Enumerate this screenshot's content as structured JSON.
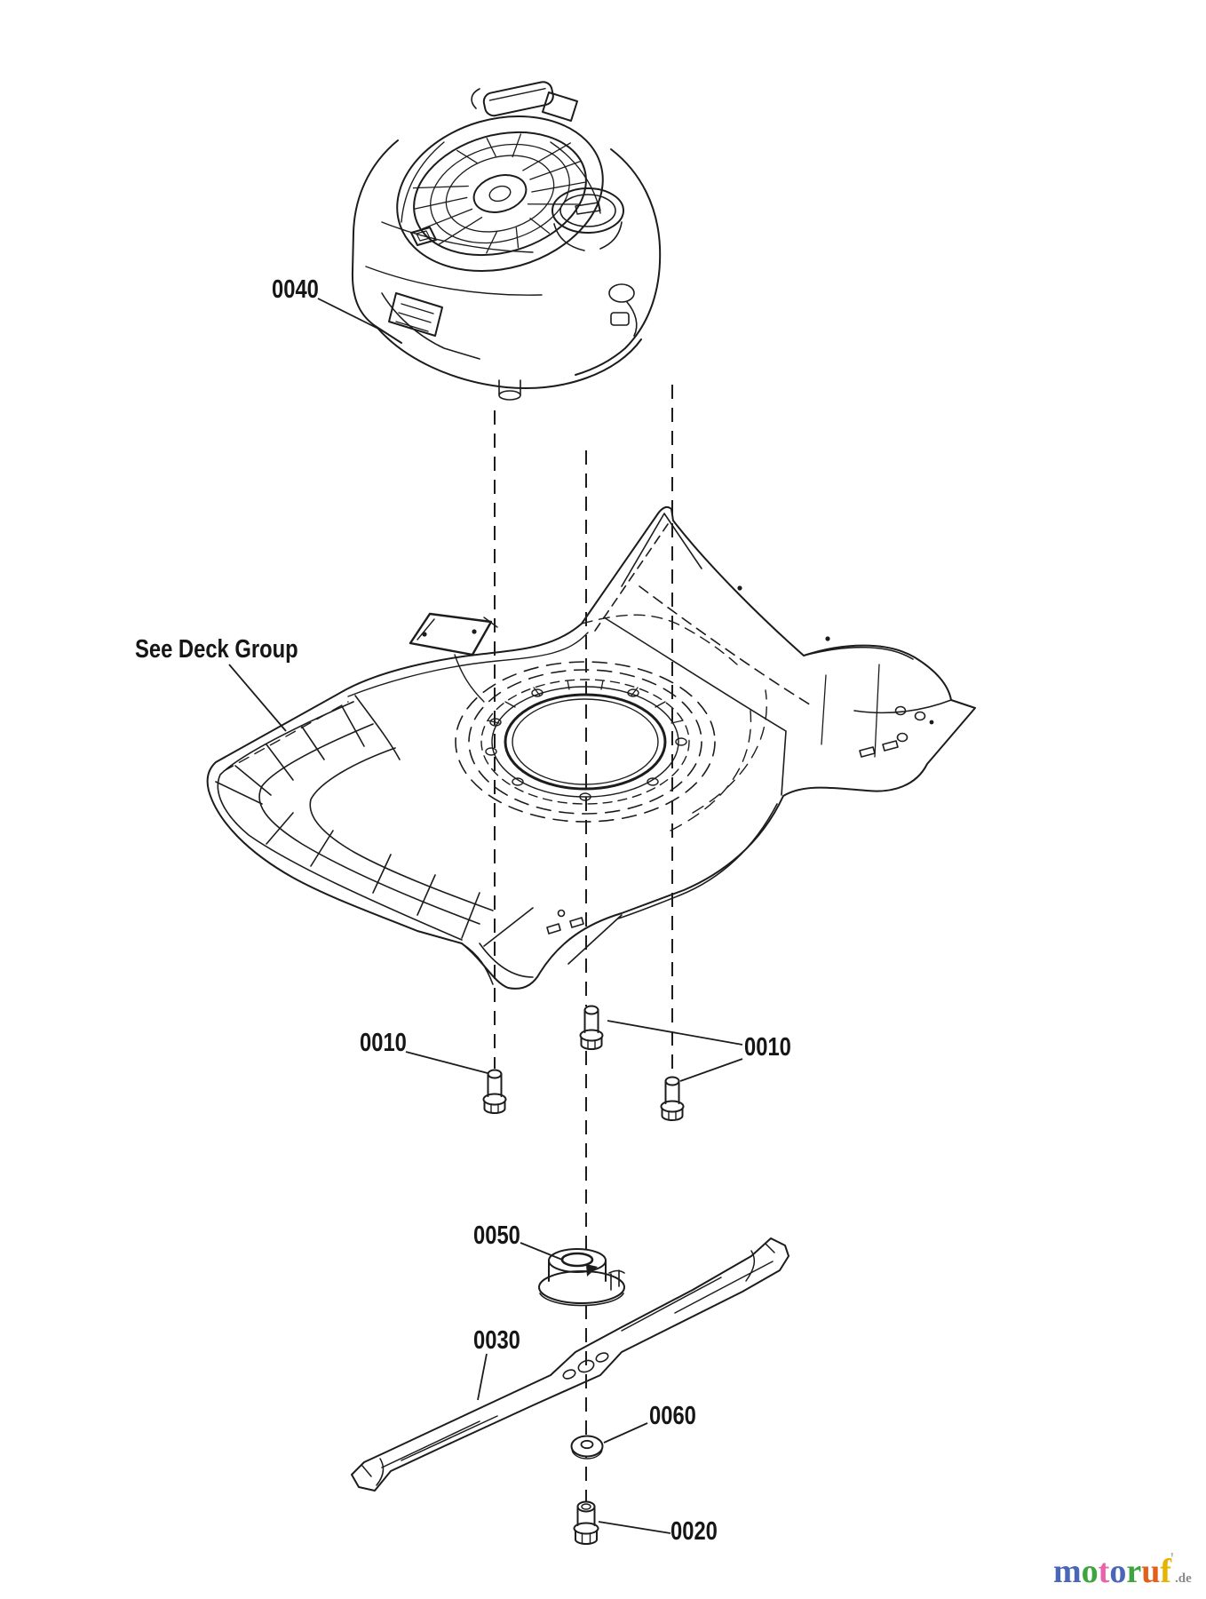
{
  "callouts": {
    "engine": "0040",
    "deck_note": "See Deck Group",
    "bolt_left": "0010",
    "bolt_right": "0010",
    "adapter": "0050",
    "blade": "0030",
    "washer": "0060",
    "blade_bolt": "0020"
  },
  "watermark": {
    "letters": [
      {
        "char": "m",
        "color": "#4a66b8"
      },
      {
        "char": "o",
        "color": "#3da53d"
      },
      {
        "char": "t",
        "color": "#e863aa"
      },
      {
        "char": "o",
        "color": "#4a66b8"
      },
      {
        "char": "r",
        "color": "#3da53d"
      },
      {
        "char": "u",
        "color": "#e2601c"
      },
      {
        "char": "f",
        "color": "#e6b400"
      }
    ],
    "tick": "'",
    "tick_color": "#a9bfae",
    "suffix": ".de",
    "suffix_color": "#8a8a8a"
  },
  "colors": {
    "line": "#1c1c1c",
    "background": "#ffffff"
  }
}
